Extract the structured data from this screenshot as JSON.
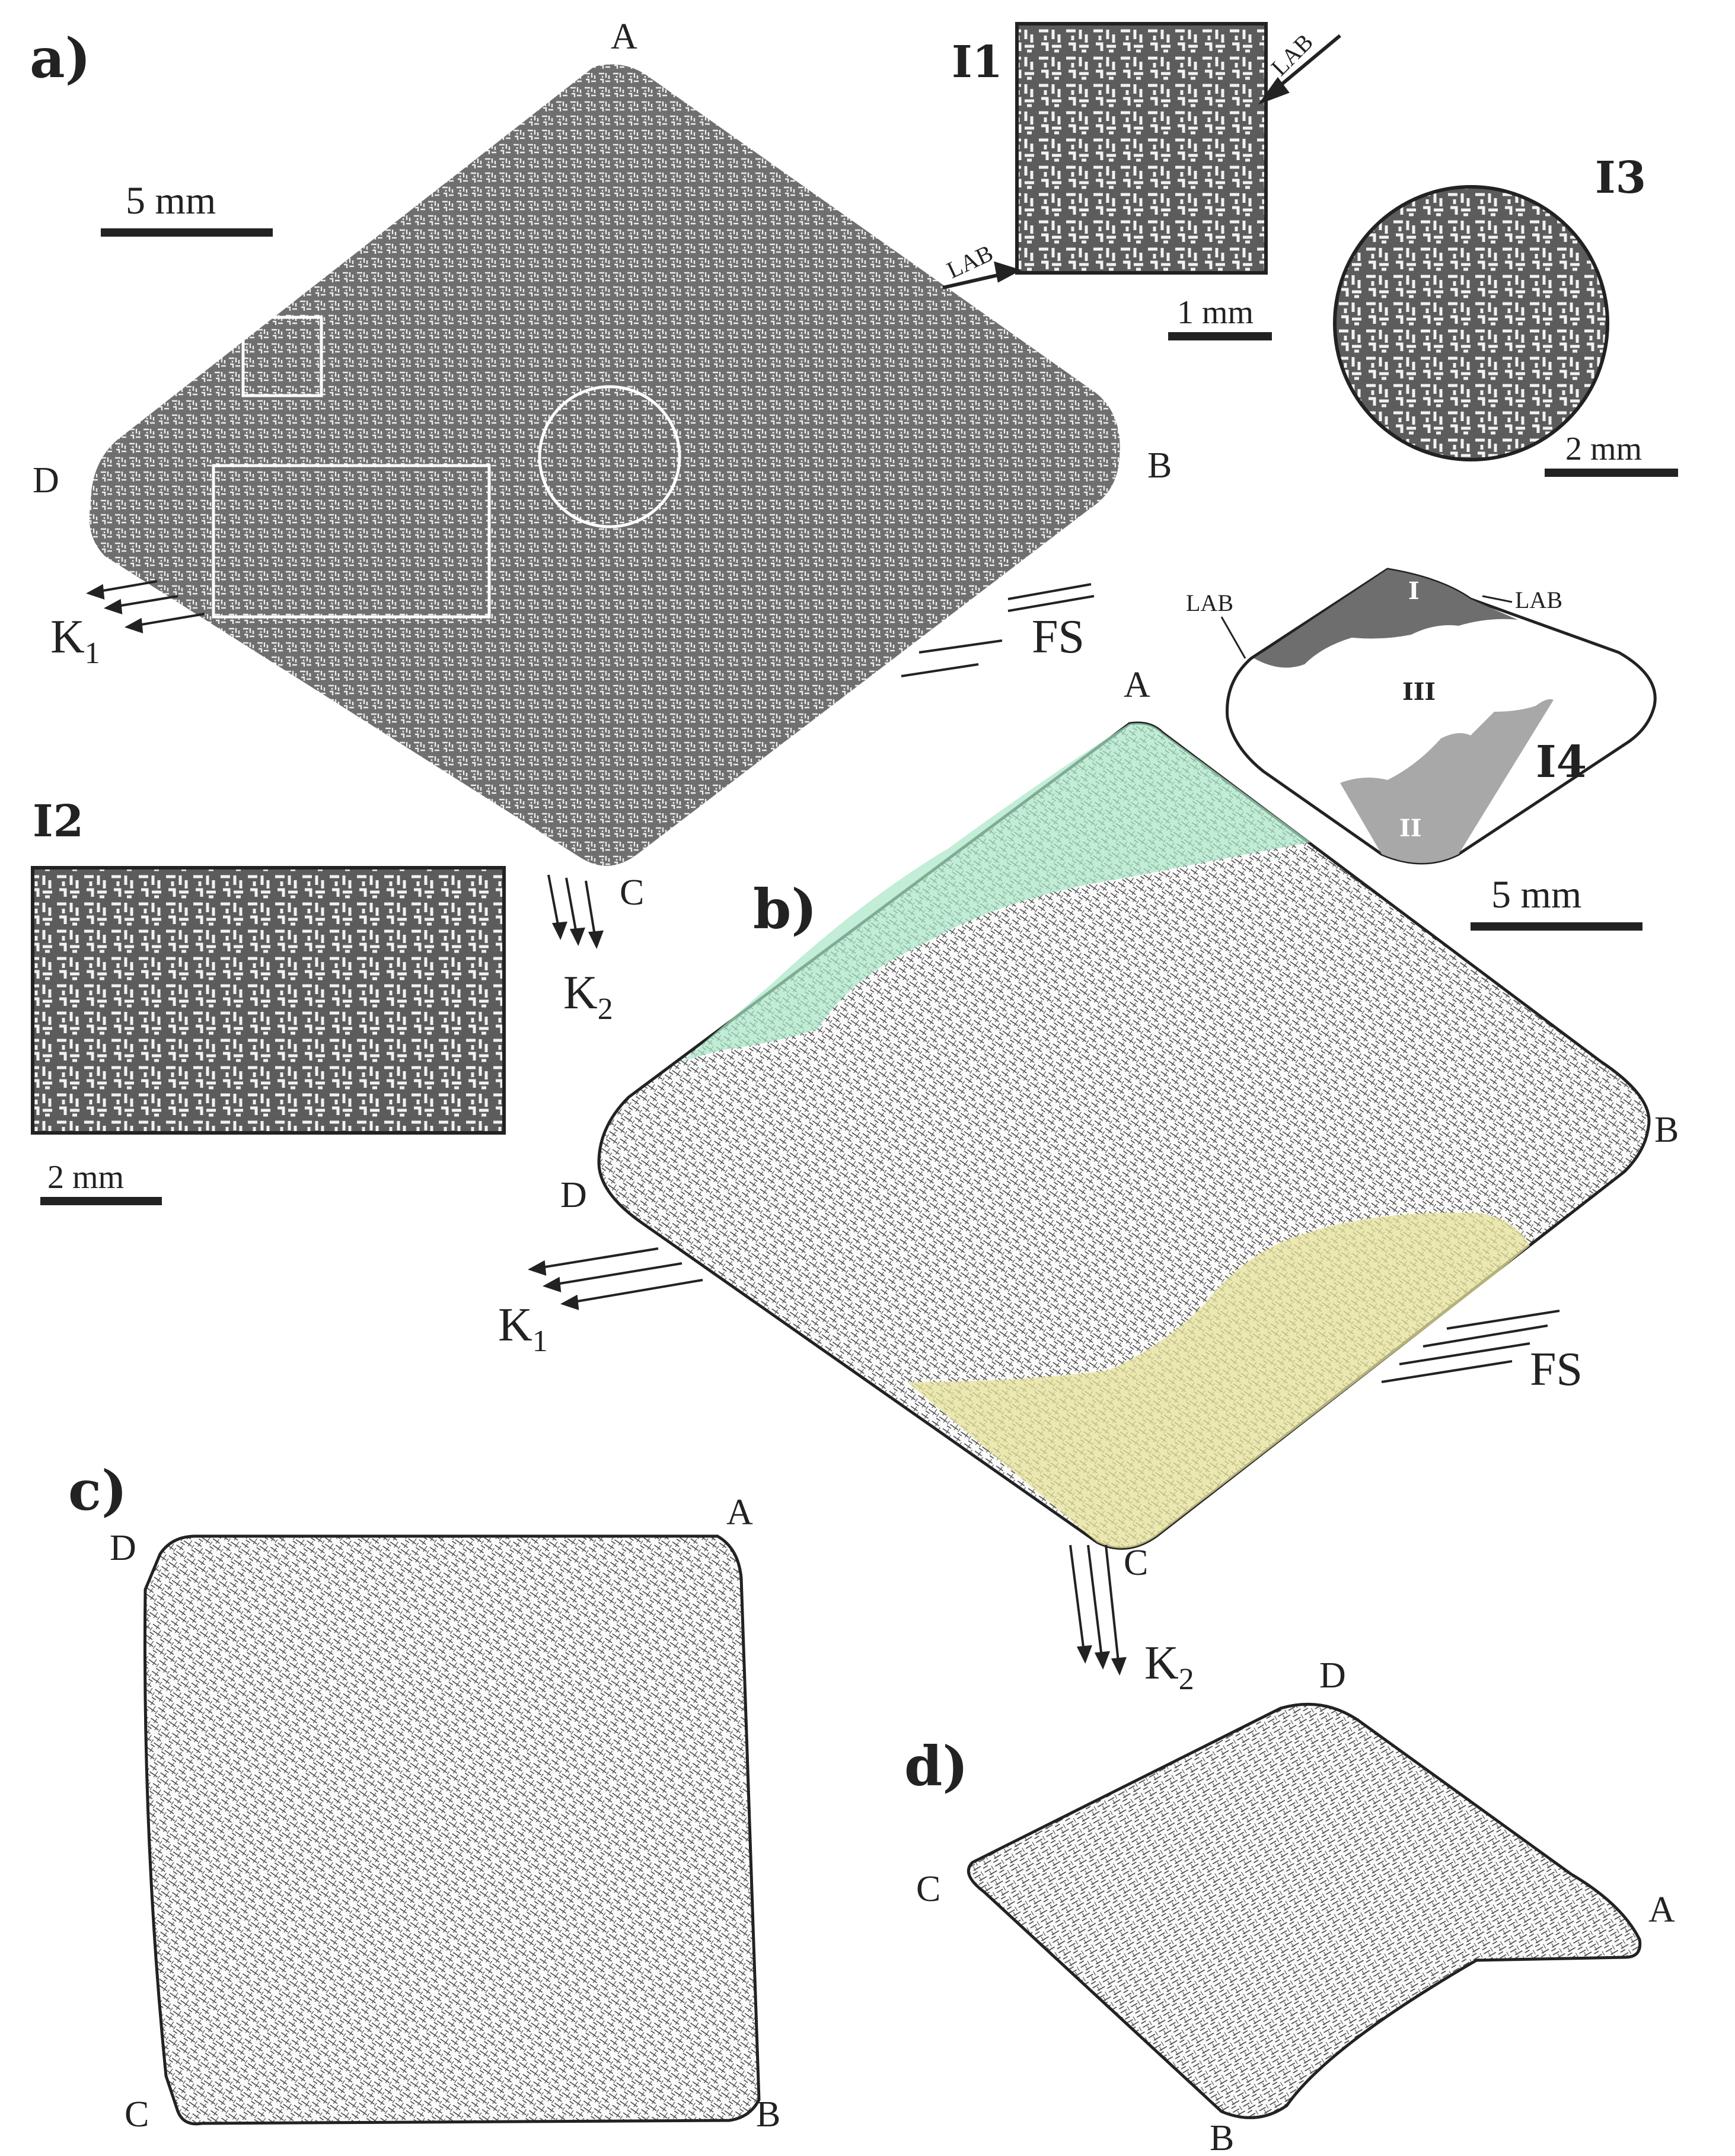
{
  "panels": {
    "a": {
      "label": "a)",
      "corners": {
        "A": "A",
        "B": "B",
        "C": "C",
        "D": "D"
      },
      "scale_bar": "5 mm",
      "directions": {
        "k1": "K",
        "k1_sub": "1",
        "k2": "K",
        "k2_sub": "2",
        "fs": "FS"
      }
    },
    "b": {
      "label": "b)",
      "corners": {
        "A": "A",
        "B": "B",
        "C": "C",
        "D": "D"
      },
      "scale_bar": "5 mm",
      "directions": {
        "k1": "K",
        "k1_sub": "1",
        "k2": "K",
        "k2_sub": "2",
        "fs": "FS"
      },
      "overlay_colors": {
        "green": "#a8e6c4",
        "yellow": "#e6e29a"
      }
    },
    "c": {
      "label": "c)",
      "corners": {
        "A": "A",
        "B": "B",
        "C": "C",
        "D": "D"
      }
    },
    "d": {
      "label": "d)",
      "corners": {
        "A": "A",
        "B": "B",
        "C": "C",
        "D": "D"
      }
    }
  },
  "insets": {
    "I1": {
      "label": "I1",
      "scale_bar": "1 mm",
      "arrow_top": "LAB",
      "arrow_bottom": "LAB"
    },
    "I2": {
      "label": "I2",
      "scale_bar": "2 mm"
    },
    "I3": {
      "label": "I3",
      "scale_bar": "2 mm"
    },
    "I4": {
      "label": "I4",
      "lab_left": "LAB",
      "lab_right": "LAB",
      "regions": {
        "r1": "I",
        "r2": "II",
        "r3": "III"
      },
      "region_colors": {
        "r1": "#6e6e6e",
        "r2": "#a8a8a8"
      }
    }
  },
  "colors": {
    "texture_gray": "#6f6f6f",
    "texture_light": "#f4f4f4",
    "ink": "#222222"
  }
}
